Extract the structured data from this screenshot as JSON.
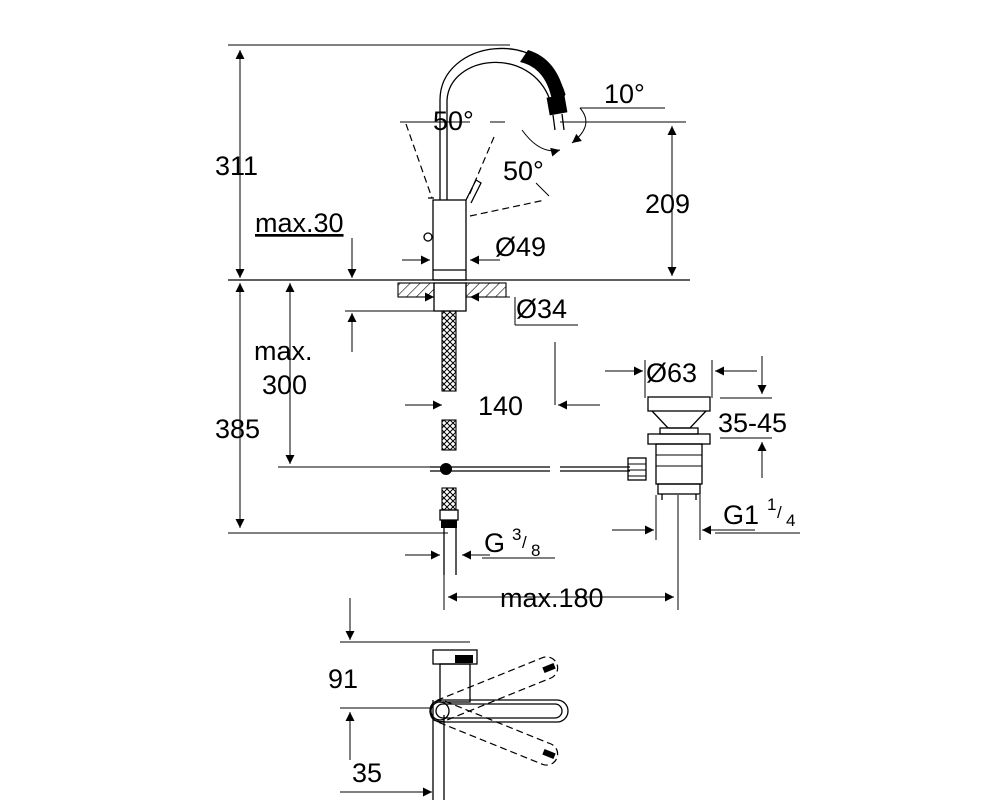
{
  "labels": {
    "height_total": "311",
    "max_30": "max.30",
    "angle_handle": "50°",
    "angle_spout": "50°",
    "angle_tilt": "10°",
    "height_spout": "209",
    "dia_body": "Ø49",
    "dia_hole": "Ø34",
    "max_300_line1": "max.",
    "max_300_line2": "300",
    "height_below": "385",
    "dist_140": "140",
    "dia_63": "Ø63",
    "range_35_45": "35-45",
    "thread_g1": "G1",
    "thread_g1_num": "1",
    "thread_g1_den": "4",
    "thread_g38": "G",
    "thread_g38_num": "3",
    "thread_g38_den": "8",
    "max_180": "max.180",
    "height_91": "91",
    "dist_35": "35"
  }
}
